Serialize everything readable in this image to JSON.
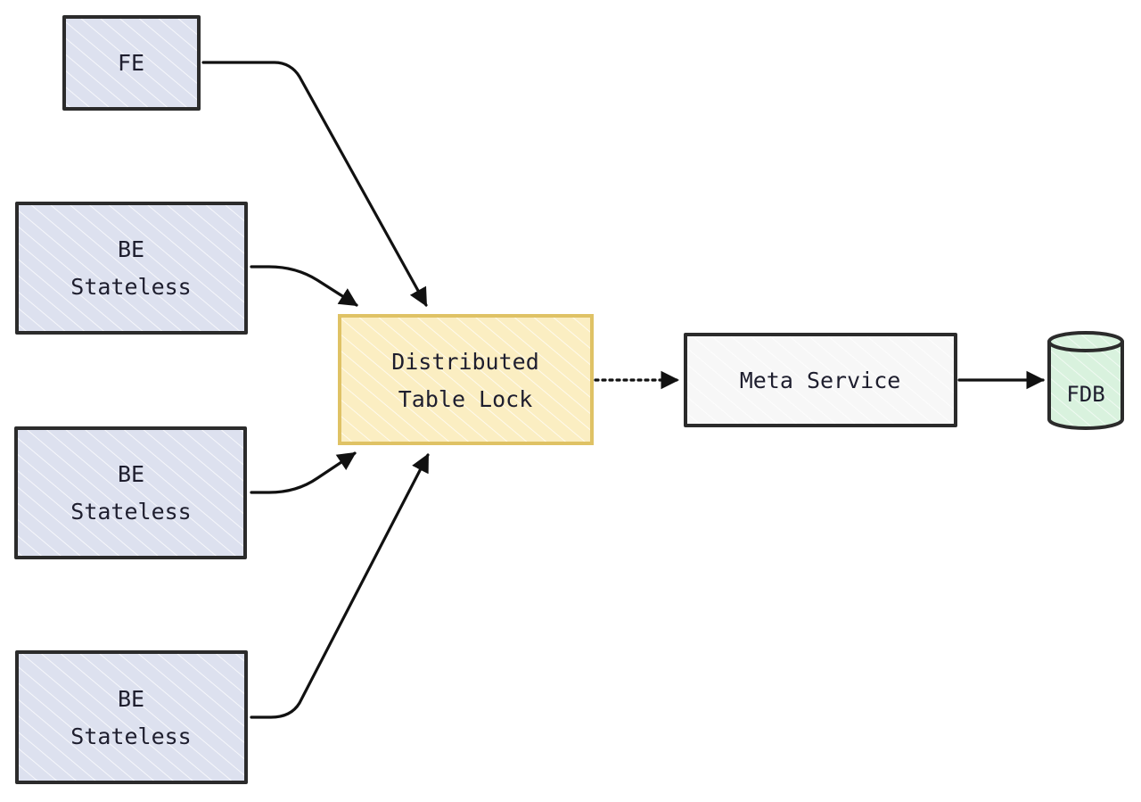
{
  "colors": {
    "client_fill": "#dde1ef",
    "lock_fill": "#fbeec2",
    "lock_stroke": "#dfc265",
    "service_fill": "#f7f7f7",
    "fdb_fill": "#d9f2de",
    "stroke": "#2b2b2b"
  },
  "nodes": {
    "fe": {
      "lines": [
        "FE"
      ]
    },
    "be1": {
      "lines": [
        "BE",
        "Stateless"
      ]
    },
    "be2": {
      "lines": [
        "BE",
        "Stateless"
      ]
    },
    "be3": {
      "lines": [
        "BE",
        "Stateless"
      ]
    },
    "lock": {
      "lines": [
        "Distributed",
        "Table Lock"
      ]
    },
    "meta": {
      "lines": [
        "Meta Service"
      ]
    },
    "fdb": {
      "lines": [
        "FDB"
      ]
    }
  },
  "edges": [
    {
      "from": "fe",
      "to": "lock",
      "style": "solid"
    },
    {
      "from": "be1",
      "to": "lock",
      "style": "solid"
    },
    {
      "from": "be2",
      "to": "lock",
      "style": "solid"
    },
    {
      "from": "be3",
      "to": "lock",
      "style": "solid"
    },
    {
      "from": "lock",
      "to": "meta",
      "style": "dotted"
    },
    {
      "from": "meta",
      "to": "fdb",
      "style": "solid"
    }
  ]
}
